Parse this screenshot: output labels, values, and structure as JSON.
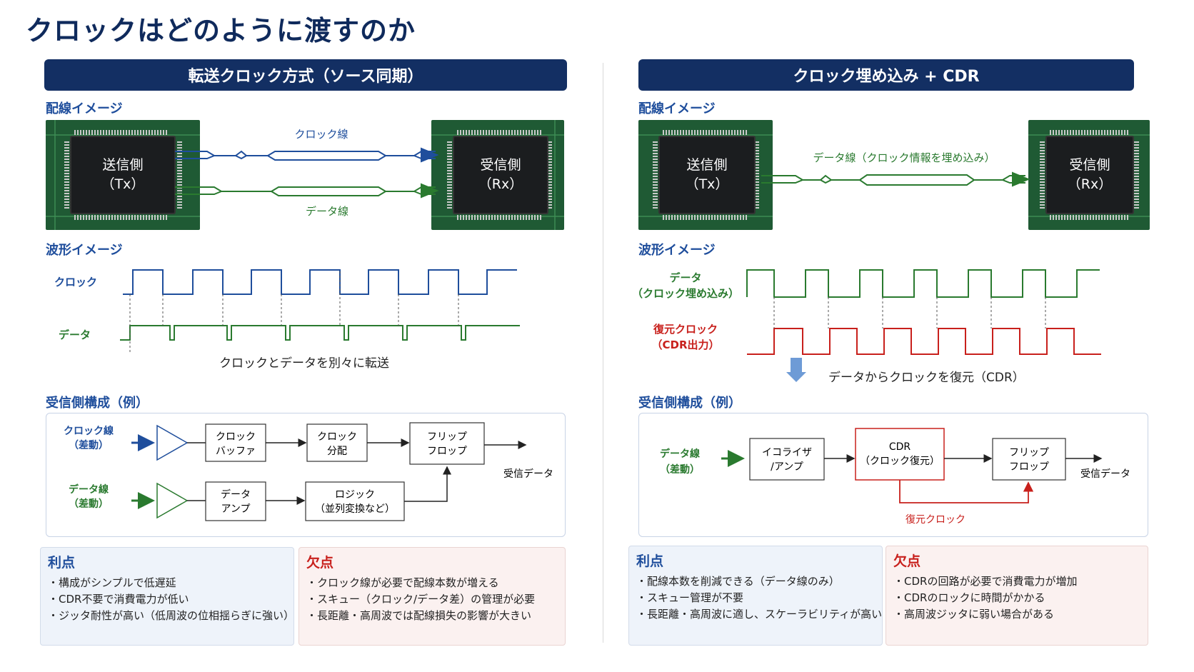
{
  "page_title": "クロックはどのように渡すのか",
  "left": {
    "banner": "転送クロック方式（ソース同期）",
    "wiring_label": "配線イメージ",
    "tx_chip": [
      "送信側",
      "（Tx）"
    ],
    "rx_chip": [
      "受信側",
      "（Rx）"
    ],
    "clock_line_label": "クロック線",
    "data_line_label": "データ線",
    "waveform_label": "波形イメージ",
    "wave_clock_label": "クロック",
    "wave_data_label": "データ",
    "wave_caption": "クロックとデータを別々に転送",
    "receiver_label": "受信側構成（例）",
    "rx_in_clock": [
      "クロック線",
      "（差動）"
    ],
    "rx_in_data": [
      "データ線",
      "（差動）"
    ],
    "block_clock_buffer": [
      "クロック",
      "バッファ"
    ],
    "block_clock_dist": [
      "クロック",
      "分配"
    ],
    "block_flipflop": [
      "フリップ",
      "フロップ"
    ],
    "block_data_amp": [
      "データ",
      "アンプ"
    ],
    "block_logic": [
      "ロジック",
      "（並列変換など）"
    ],
    "rx_output": "受信データ",
    "pros_title": "利点",
    "pros": [
      "構成がシンプルで低遅延",
      "CDR不要で消費電力が低い",
      "ジッタ耐性が高い（低周波の位相揺らぎに強い）"
    ],
    "cons_title": "欠点",
    "cons": [
      "クロック線が必要で配線本数が増える",
      "スキュー（クロック/データ差）の管理が必要",
      "長距離・高周波では配線損失の影響が大きい"
    ]
  },
  "right": {
    "banner": "クロック埋め込み + CDR",
    "wiring_label": "配線イメージ",
    "tx_chip": [
      "送信側",
      "（Tx）"
    ],
    "rx_chip": [
      "受信側",
      "（Rx）"
    ],
    "data_line_label": "データ線（クロック情報を埋め込み）",
    "waveform_label": "波形イメージ",
    "wave_data_label": [
      "データ",
      "（クロック埋め込み）"
    ],
    "wave_recovered_label": [
      "復元クロック",
      "（CDR出力）"
    ],
    "wave_caption": "データからクロックを復元（CDR）",
    "receiver_label": "受信側構成（例）",
    "rx_in_data": [
      "データ線",
      "（差動）"
    ],
    "block_eq": [
      "イコライザ",
      "/アンプ"
    ],
    "block_cdr": [
      "CDR",
      "（クロック復元）"
    ],
    "block_flipflop": [
      "フリップ",
      "フロップ"
    ],
    "rx_output": "受信データ",
    "recovered_clock": "復元クロック",
    "pros_title": "利点",
    "pros": [
      "配線本数を削減できる（データ線のみ）",
      "スキュー管理が不要",
      "長距離・高周波に適し、スケーラビリティが高い"
    ],
    "cons_title": "欠点",
    "cons": [
      "CDRの回路が必要で消費電力が増加",
      "CDRのロックに時間がかかる",
      "高周波ジッタに弱い場合がある"
    ]
  },
  "colors": {
    "navy": "#132f63",
    "blue": "#1f4e9c",
    "green": "#2a7a2f",
    "red": "#c8201c",
    "pros_bg": "#eef3fa",
    "cons_bg": "#fbf1f0"
  }
}
